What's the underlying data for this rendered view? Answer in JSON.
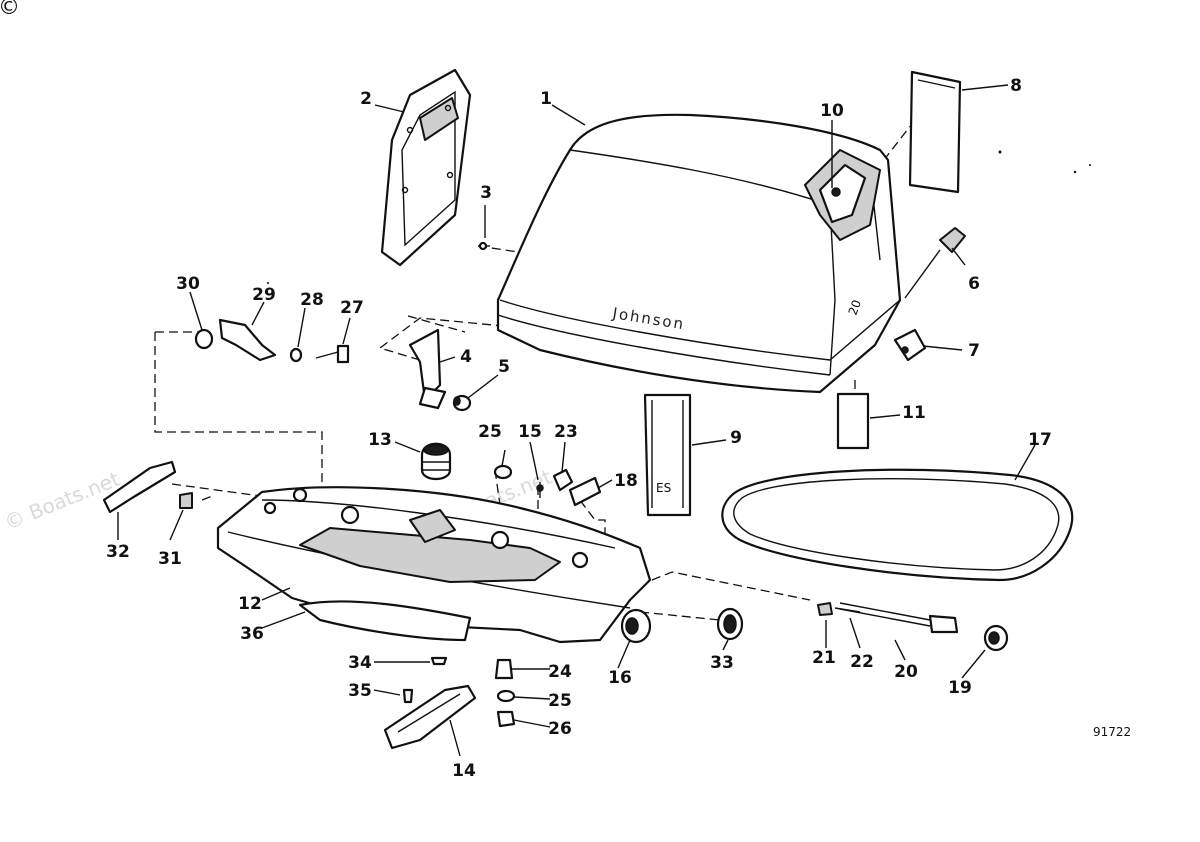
{
  "diagram_code": "91722",
  "watermark_text": "© Boats.net",
  "corner_mark": "©",
  "brand_text": "Johnson",
  "cover_badge": "20",
  "shroud_badge": "ES",
  "part_numbers": [
    "1",
    "2",
    "3",
    "4",
    "5",
    "6",
    "7",
    "8",
    "9",
    "10",
    "11",
    "12",
    "13",
    "14",
    "15",
    "16",
    "17",
    "18",
    "19",
    "20",
    "21",
    "22",
    "23",
    "24",
    "25",
    "25",
    "26",
    "27",
    "28",
    "29",
    "30",
    "31",
    "32",
    "33",
    "34",
    "35",
    "36"
  ]
}
